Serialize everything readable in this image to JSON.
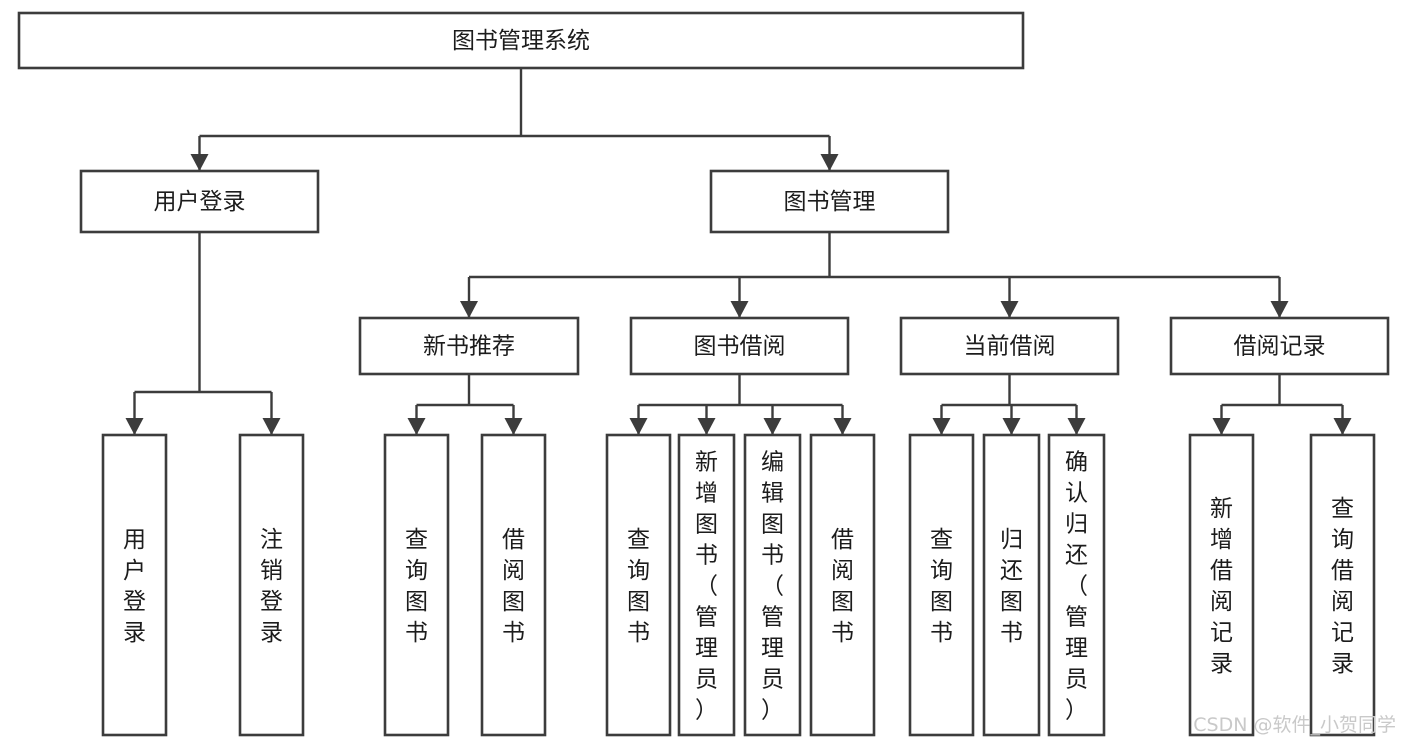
{
  "diagram": {
    "title": "图书管理系统",
    "type": "tree-hierarchy-chart",
    "root": {
      "id": "root",
      "label": "图书管理系统"
    },
    "level2": [
      {
        "id": "user-login",
        "label": "用户登录"
      },
      {
        "id": "book-management",
        "label": "图书管理"
      }
    ],
    "level3": [
      {
        "id": "new-book-recommend",
        "label": "新书推荐",
        "parent": "book-management"
      },
      {
        "id": "book-borrow",
        "label": "图书借阅",
        "parent": "book-management"
      },
      {
        "id": "current-borrow",
        "label": "当前借阅",
        "parent": "book-management"
      },
      {
        "id": "borrow-record",
        "label": "借阅记录",
        "parent": "book-management"
      }
    ],
    "leaves": [
      {
        "id": "leaf-user-login",
        "label": "用户登录",
        "parent": "user-login"
      },
      {
        "id": "leaf-logout-login",
        "label": "注销登录",
        "parent": "user-login"
      },
      {
        "id": "leaf-query-book-1",
        "label": "查询图书",
        "parent": "new-book-recommend"
      },
      {
        "id": "leaf-borrow-book-1",
        "label": "借阅图书",
        "parent": "new-book-recommend"
      },
      {
        "id": "leaf-query-book-2",
        "label": "查询图书",
        "parent": "book-borrow"
      },
      {
        "id": "leaf-add-book",
        "label": "新增图书（管理员）",
        "parent": "book-borrow"
      },
      {
        "id": "leaf-edit-book",
        "label": "编辑图书（管理员）",
        "parent": "book-borrow"
      },
      {
        "id": "leaf-borrow-book-2",
        "label": "借阅图书",
        "parent": "book-borrow"
      },
      {
        "id": "leaf-query-book-3",
        "label": "查询图书",
        "parent": "current-borrow"
      },
      {
        "id": "leaf-return-book",
        "label": "归还图书",
        "parent": "current-borrow"
      },
      {
        "id": "leaf-confirm-return",
        "label": "确认归还（管理员）",
        "parent": "current-borrow"
      },
      {
        "id": "leaf-add-record",
        "label": "新增借阅记录",
        "parent": "borrow-record"
      },
      {
        "id": "leaf-query-record",
        "label": "查询借阅记录",
        "parent": "borrow-record"
      }
    ],
    "colors": {
      "box_border": "#3c3c3c",
      "box_fill": "#ffffff",
      "connector": "#3c3c3c",
      "text": "#1c1c1c",
      "watermark": "#c9c9c9",
      "background": "#ffffff"
    }
  },
  "watermark": {
    "text": "CSDN @软件_小贺同学"
  }
}
